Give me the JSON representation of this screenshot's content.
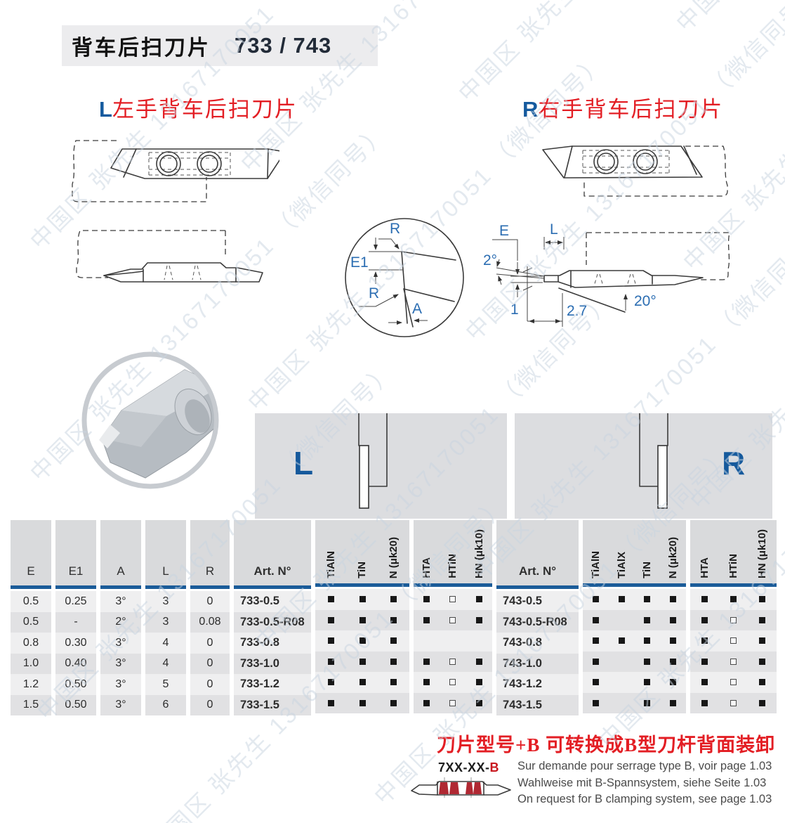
{
  "watermark": {
    "text": "中国区 张先生 13167170051 （微信同号）"
  },
  "header": {
    "title_zh": "背车后扫刀片",
    "title_model": "733 / 743"
  },
  "headings": {
    "left": {
      "prefix": "L",
      "text": "左手背车后扫刀片"
    },
    "right": {
      "prefix": "R",
      "text": "右手背车后扫刀片"
    }
  },
  "detail_labels": {
    "r_top": "R",
    "e1": "E1",
    "r_bottom": "R",
    "a": "A"
  },
  "dim_labels": {
    "e": "E",
    "l": "L",
    "angle2": "2°",
    "one": "1",
    "two_seven": "2.7",
    "angle20": "20°"
  },
  "panels": {
    "left_letter": "L",
    "right_letter": "R"
  },
  "table": {
    "columns": {
      "e": "E",
      "e1": "E1",
      "a": "A",
      "l": "L",
      "r": "R",
      "art_left": "Art. N°",
      "art_right": "Art. N°",
      "coat_l1": [
        "TiAlN",
        "TiN",
        "N (μk20)"
      ],
      "coat_l2": [
        "HTA",
        "HTiN",
        "HN (μk10)"
      ],
      "coat_r1": [
        "TiAlN",
        "TiAlX",
        "TiN",
        "N (μk20)"
      ],
      "coat_r2": [
        "HTA",
        "HTiN",
        "HN (μk10)"
      ]
    },
    "rows": [
      {
        "e": "0.5",
        "e1": "0.25",
        "a": "3°",
        "l": "3",
        "r": "0",
        "art_l": "733-0.5",
        "cl1": [
          "f",
          "f",
          "f"
        ],
        "cl2": [
          "f",
          "o",
          "f"
        ],
        "art_r": "743-0.5",
        "cr1": [
          "f",
          "f",
          "f",
          "f"
        ],
        "cr2": [
          "f",
          "f",
          "f"
        ]
      },
      {
        "e": "0.5",
        "e1": "-",
        "a": "2°",
        "l": "3",
        "r": "0.08",
        "art_l": "733-0.5-R08",
        "cl1": [
          "f",
          "f",
          "f"
        ],
        "cl2": [
          "f",
          "o",
          "f"
        ],
        "art_r": "743-0.5-R08",
        "cr1": [
          "f",
          "",
          "f",
          "f"
        ],
        "cr2": [
          "f",
          "o",
          "f"
        ]
      },
      {
        "e": "0.8",
        "e1": "0.30",
        "a": "3°",
        "l": "4",
        "r": "0",
        "art_l": "733-0.8",
        "cl1": [
          "f",
          "f",
          "f"
        ],
        "cl2": [
          "",
          "",
          ""
        ],
        "art_r": "743-0.8",
        "cr1": [
          "f",
          "f",
          "f",
          "f"
        ],
        "cr2": [
          "f",
          "o",
          "f"
        ]
      },
      {
        "e": "1.0",
        "e1": "0.40",
        "a": "3°",
        "l": "4",
        "r": "0",
        "art_l": "733-1.0",
        "cl1": [
          "f",
          "f",
          "f"
        ],
        "cl2": [
          "f",
          "o",
          "f"
        ],
        "art_r": "743-1.0",
        "cr1": [
          "f",
          "",
          "f",
          "f"
        ],
        "cr2": [
          "f",
          "o",
          "f"
        ]
      },
      {
        "e": "1.2",
        "e1": "0.50",
        "a": "3°",
        "l": "5",
        "r": "0",
        "art_l": "733-1.2",
        "cl1": [
          "f",
          "f",
          "f"
        ],
        "cl2": [
          "f",
          "o",
          "f"
        ],
        "art_r": "743-1.2",
        "cr1": [
          "f",
          "",
          "f",
          "f"
        ],
        "cr2": [
          "f",
          "o",
          "f"
        ]
      },
      {
        "e": "1.5",
        "e1": "0.50",
        "a": "3°",
        "l": "6",
        "r": "0",
        "art_l": "733-1.5",
        "cl1": [
          "f",
          "f",
          "f"
        ],
        "cl2": [
          "f",
          "o",
          "f"
        ],
        "art_r": "743-1.5",
        "cr1": [
          "f",
          "",
          "f",
          "f"
        ],
        "cr2": [
          "f",
          "o",
          "f"
        ]
      }
    ]
  },
  "footer": {
    "note_zh": "刀片型号+B  可转换成B型刀杆背面装卸",
    "code_prefix": "7XX-XX-",
    "code_suffix": "B",
    "line_fr": "Sur demande pour serrage type B, voir page 1.03",
    "line_de": "Wahlweise mit B-Spannsystem, siehe Seite 1.03",
    "line_en": "On request for B clamping system, see page 1.03"
  },
  "colors": {
    "accent_blue": "#1b5c99",
    "label_blue": "#2b6db2",
    "red": "#e31e24",
    "header_gray": "#d9dadc"
  }
}
